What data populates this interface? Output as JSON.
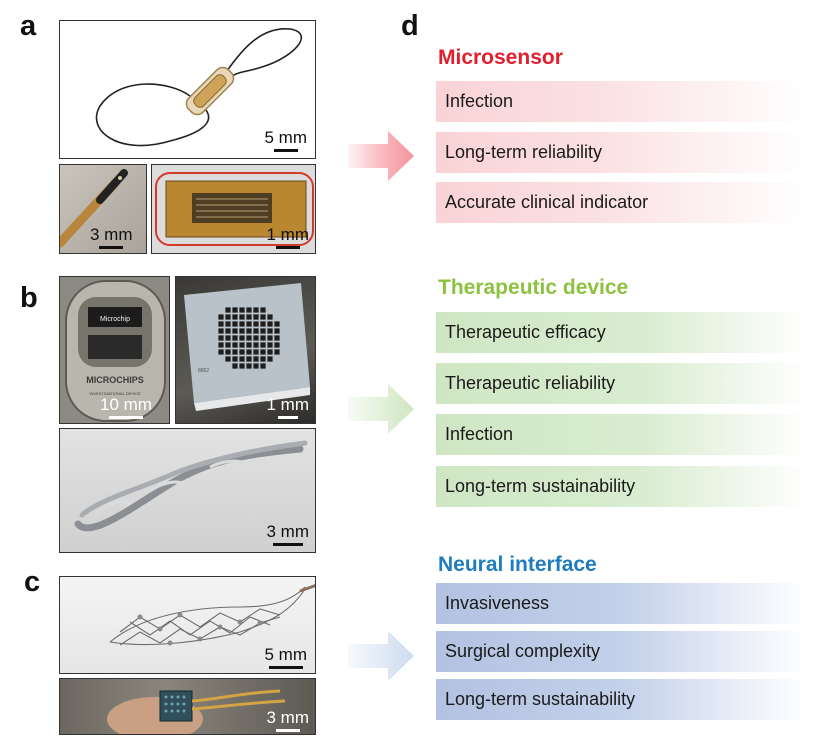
{
  "panels": {
    "a": "a",
    "b": "b",
    "c": "c",
    "d": "d"
  },
  "scale_bars": {
    "a_top": "5 mm",
    "a_left": "3 mm",
    "a_right": "1 mm",
    "b_left": "10 mm",
    "b_right": "1 mm",
    "b_bottom": "3 mm",
    "c_top": "5 mm",
    "c_bottom": "3 mm"
  },
  "photo_labels": {
    "microchip_label": "Microchip",
    "device_text_1": "MICROCHIPS",
    "device_text_2": "INVESTIGATIONAL DEVICE"
  },
  "categories": [
    {
      "title": "Microsensor",
      "color": "#e0202e",
      "items": [
        "Infection",
        "Long-term reliability",
        "Accurate clinical indicator"
      ]
    },
    {
      "title": "Therapeutic device",
      "color": "#8cc23f",
      "items": [
        "Therapeutic efficacy",
        "Therapeutic reliability",
        "Infection",
        "Long-term sustainability"
      ]
    },
    {
      "title": "Neural interface",
      "color": "#1f7cc0",
      "items": [
        "Invasiveness",
        "Surgical complexity",
        "Long-term sustainability"
      ]
    }
  ],
  "arrow_colors": [
    "#f6a9b0",
    "#cfe6c1",
    "#cddbef"
  ]
}
